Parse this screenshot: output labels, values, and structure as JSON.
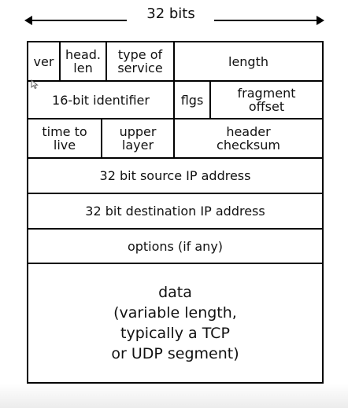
{
  "header": {
    "width_label": "32 bits"
  },
  "rows": [
    {
      "cells": [
        {
          "name": "ver-field",
          "label": "ver"
        },
        {
          "name": "head-len-field",
          "label": "head.\nlen"
        },
        {
          "name": "type-of-service-field",
          "label": "type of\nservice"
        },
        {
          "name": "length-field",
          "label": "length"
        }
      ]
    },
    {
      "cells": [
        {
          "name": "identifier-field",
          "label": "16-bit identifier"
        },
        {
          "name": "flags-field",
          "label": "flgs"
        },
        {
          "name": "fragment-offset-field",
          "label": "fragment\noffset"
        }
      ]
    },
    {
      "cells": [
        {
          "name": "time-to-live-field",
          "label": "time to\nlive"
        },
        {
          "name": "upper-layer-field",
          "label": "upper\nlayer"
        },
        {
          "name": "header-checksum-field",
          "label": "header\nchecksum"
        }
      ]
    },
    {
      "cells": [
        {
          "name": "source-ip-field",
          "label": "32 bit source IP address"
        }
      ]
    },
    {
      "cells": [
        {
          "name": "destination-ip-field",
          "label": "32 bit destination IP address"
        }
      ]
    },
    {
      "cells": [
        {
          "name": "options-field",
          "label": "options (if any)"
        }
      ]
    },
    {
      "cells": [
        {
          "name": "data-field",
          "label": "data\n(variable length,\ntypically a TCP\nor UDP segment)"
        }
      ]
    }
  ]
}
